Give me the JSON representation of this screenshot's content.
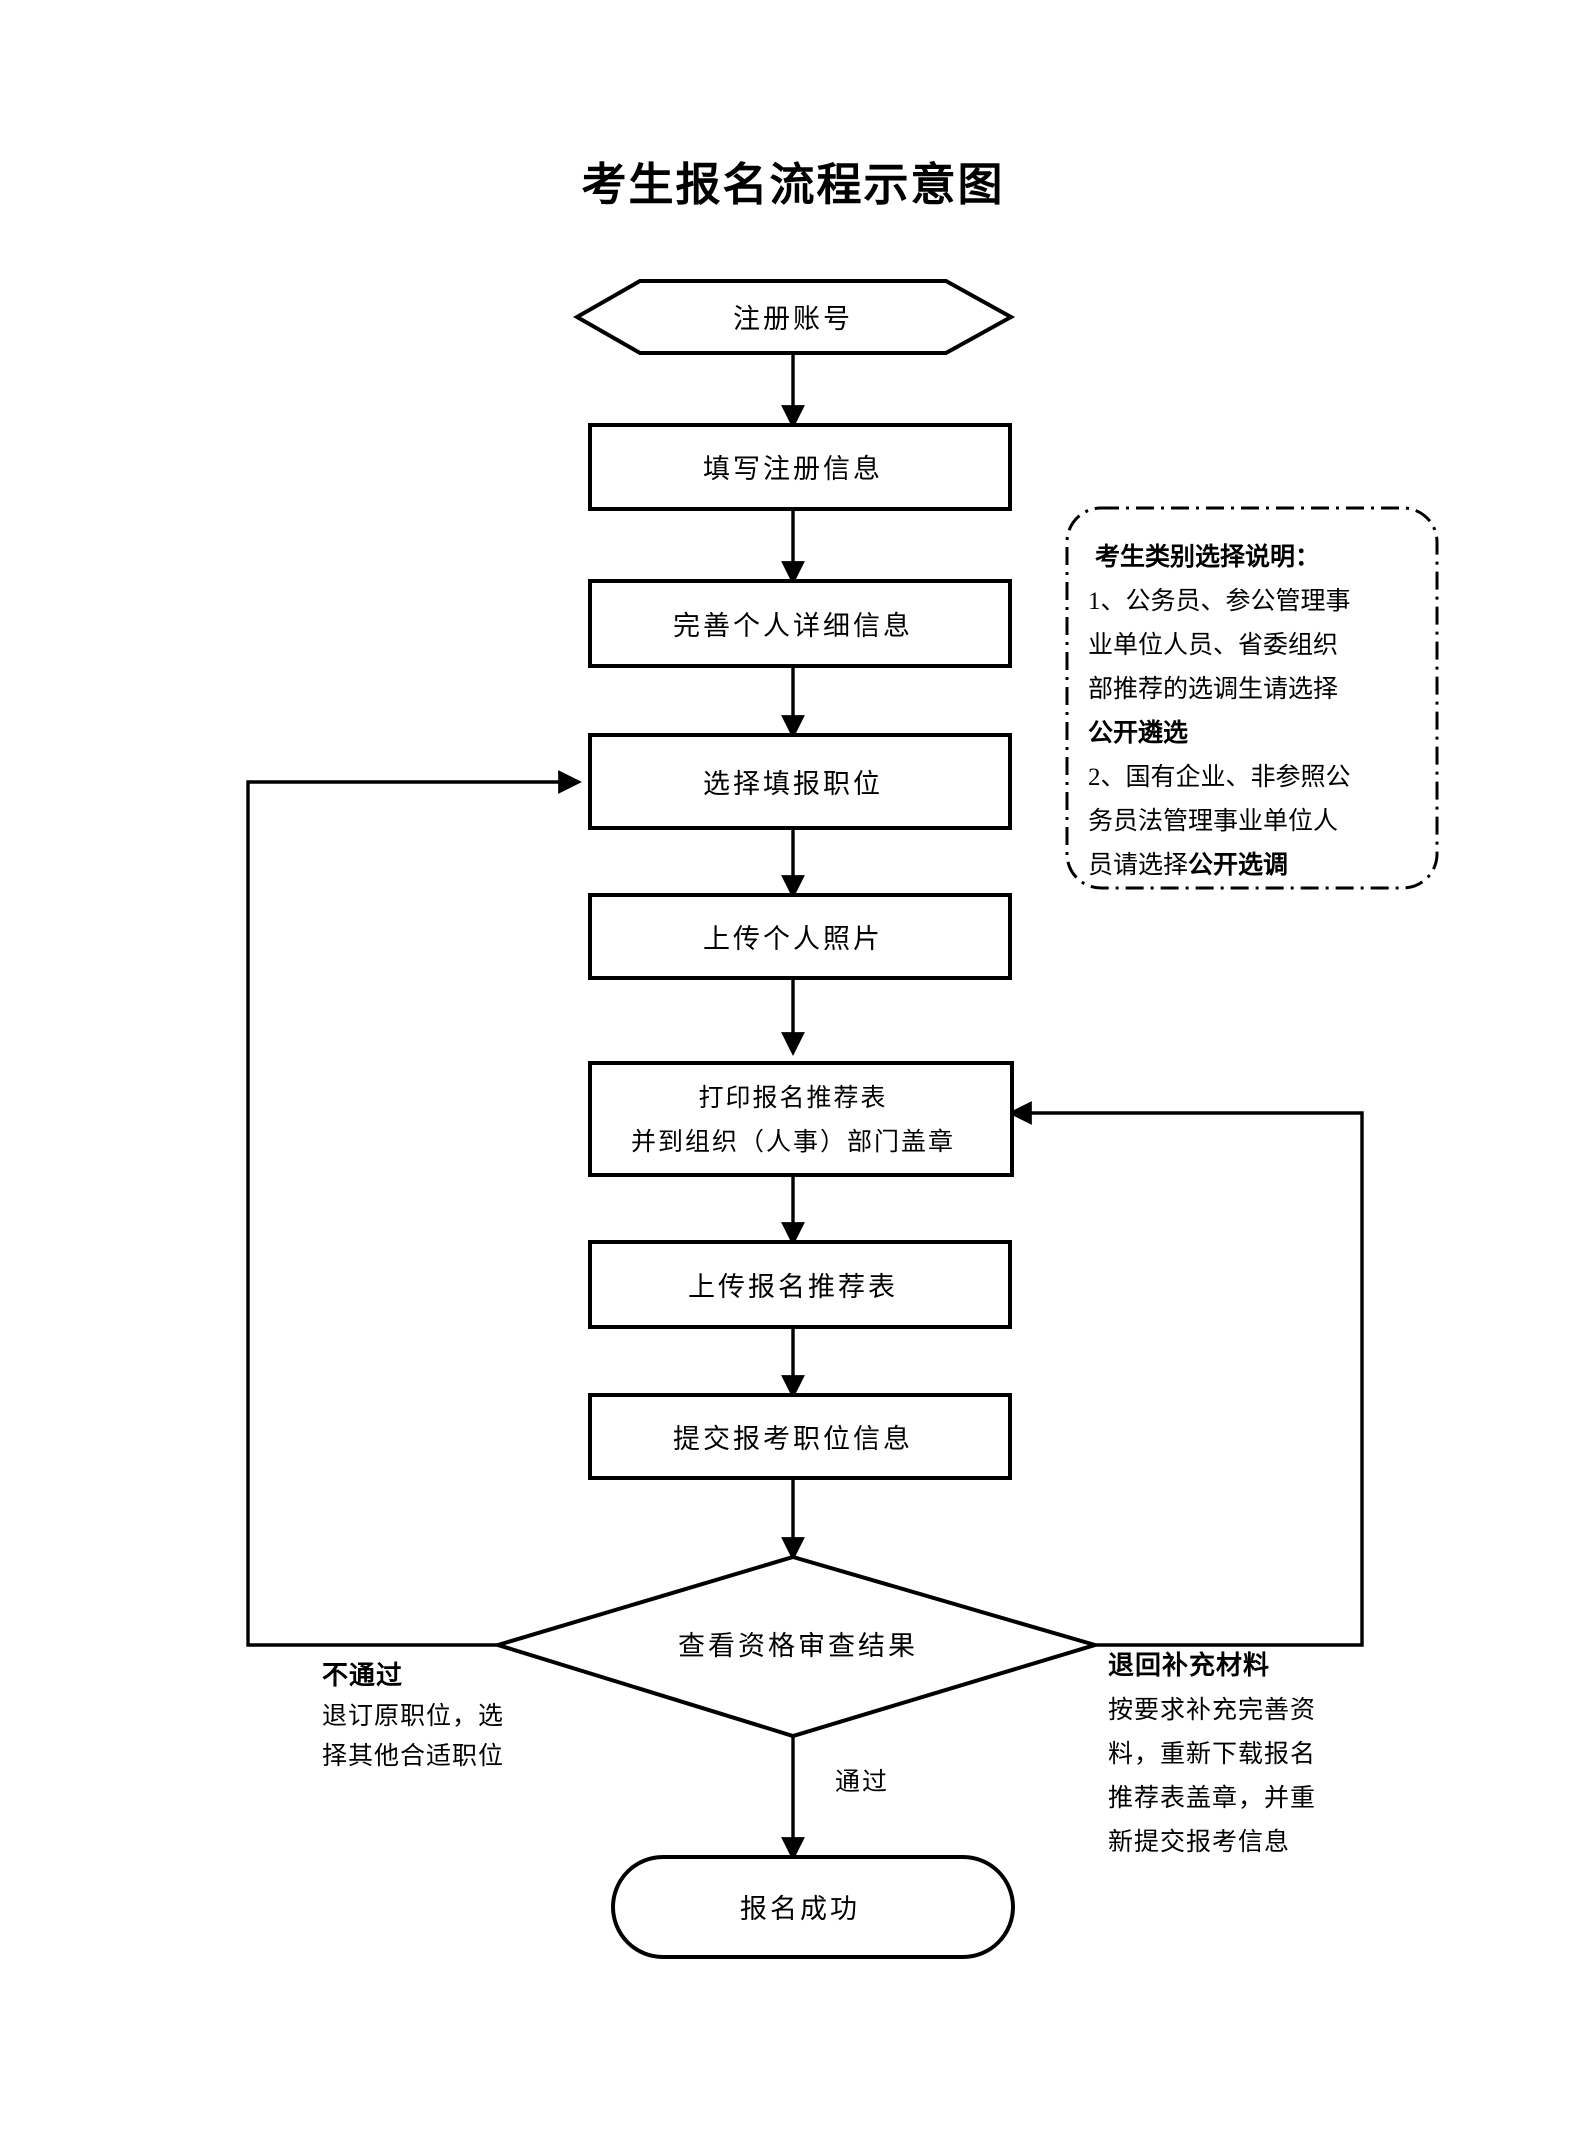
{
  "document": {
    "title": "考生报名流程示意图"
  },
  "flow": {
    "nodes": [
      {
        "id": "register",
        "shape": "hexagon",
        "label": "注册账号"
      },
      {
        "id": "fill-reg-info",
        "shape": "rect",
        "label": "填写注册信息"
      },
      {
        "id": "complete-info",
        "shape": "rect",
        "label": "完善个人详细信息"
      },
      {
        "id": "select-post",
        "shape": "rect",
        "label": "选择填报职位"
      },
      {
        "id": "upload-photo",
        "shape": "rect",
        "label": "上传个人照片"
      },
      {
        "id": "print-form",
        "shape": "rect",
        "label_line1": "打印报名推荐表",
        "label_line2": "并到组织（人事）部门盖章"
      },
      {
        "id": "upload-form",
        "shape": "rect",
        "label": "上传报名推荐表"
      },
      {
        "id": "submit-post",
        "shape": "rect",
        "label": "提交报考职位信息"
      },
      {
        "id": "check-result",
        "shape": "diamond",
        "label": "查看资格审查结果"
      },
      {
        "id": "success",
        "shape": "terminal",
        "label": "报名成功"
      }
    ],
    "edge_labels": {
      "pass": "通过"
    },
    "branches": {
      "fail": {
        "title": "不通过",
        "lines": [
          "退订原职位，选",
          "择其他合适职位"
        ]
      },
      "supplement": {
        "title": "退回补充材料",
        "lines": [
          "按要求补充完善资",
          "料，重新下载报名",
          "推荐表盖章，并重",
          "新提交报考信息"
        ]
      }
    }
  },
  "note": {
    "heading": "考生类别选择说明：",
    "lines": [
      {
        "text": "1、公务员、参公管理事",
        "bold": false
      },
      {
        "text": "业单位人员、省委组织",
        "bold": false
      },
      {
        "text": "部推荐的选调生请选择",
        "bold": false
      },
      {
        "text": "公开遴选",
        "bold": true
      },
      {
        "text": "2、国有企业、非参照公",
        "bold": false
      },
      {
        "text": "务员法管理事业单位人",
        "bold": false
      },
      {
        "text": "员请选择公开选调",
        "bold": false,
        "bold_tail": "公开选调"
      }
    ]
  },
  "colors": {
    "ink": "#000000",
    "paper": "#ffffff"
  }
}
